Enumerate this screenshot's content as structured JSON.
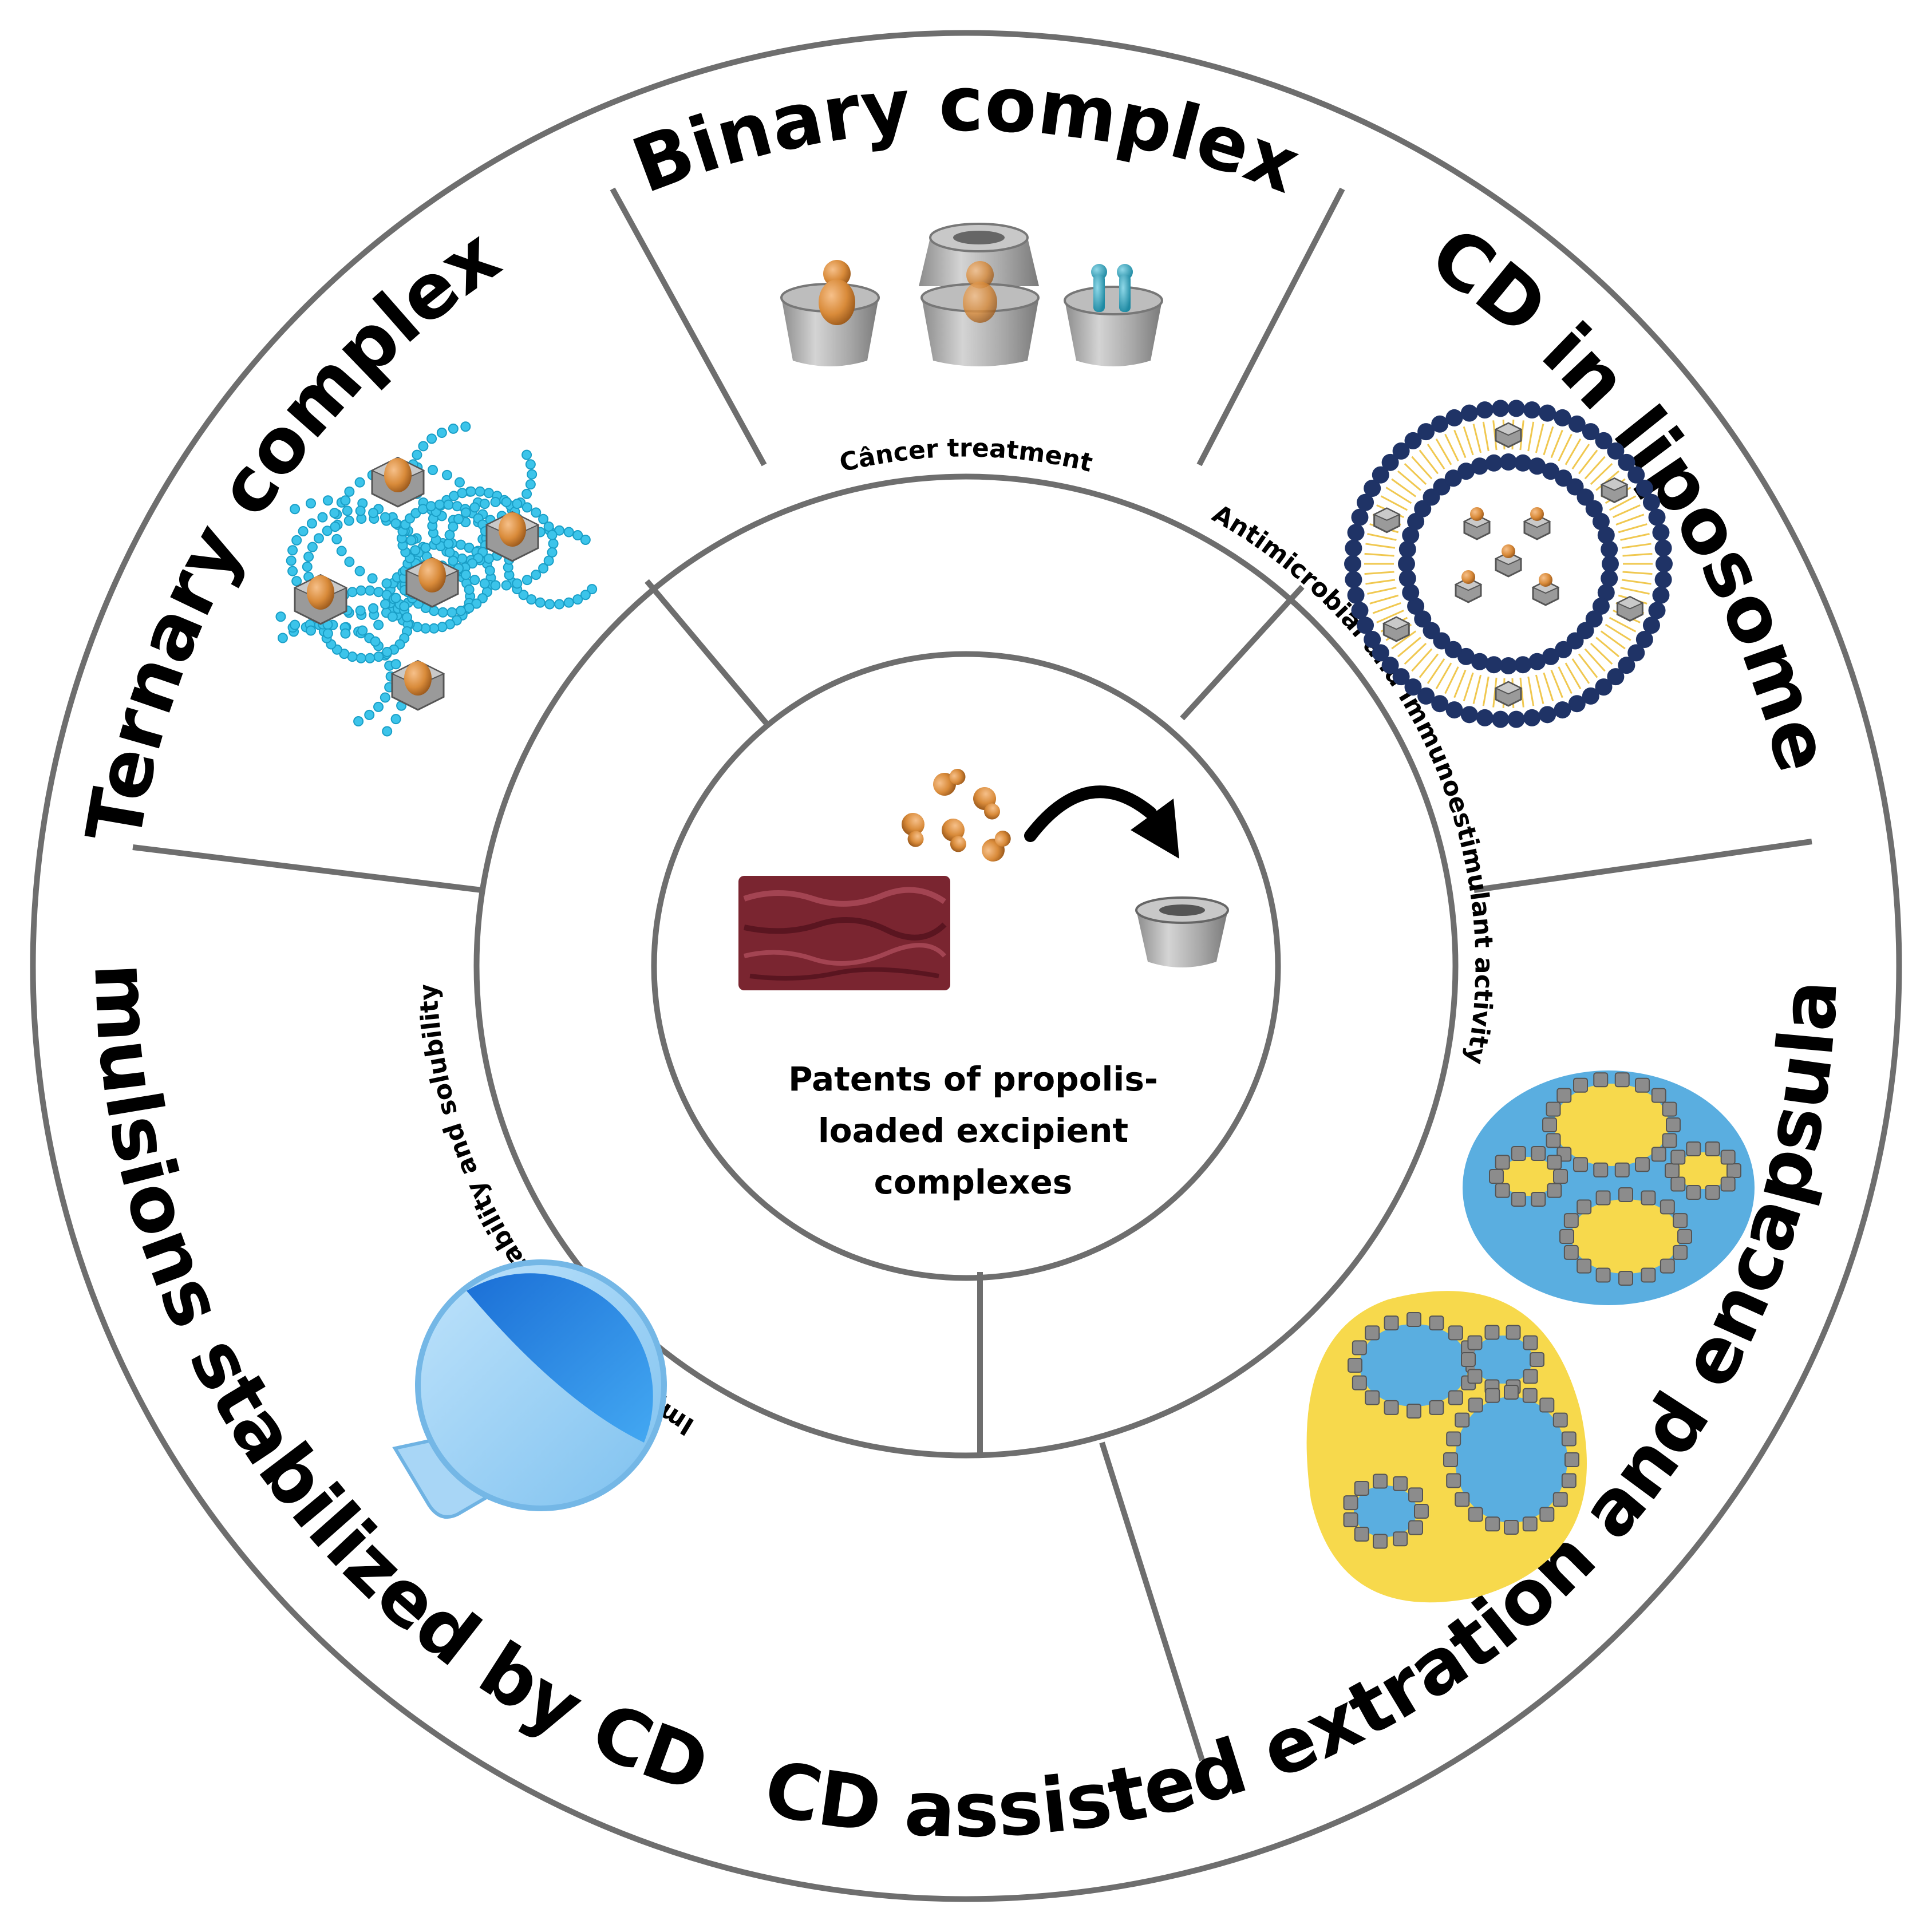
{
  "outer_sectors": [
    {
      "label": "Binary complex"
    },
    {
      "label": "CD in liposome"
    },
    {
      "label": "Emulsions stabilized by CD"
    },
    {
      "label": "CD assisted extration and encapsulation"
    },
    {
      "label": "Ternary complex"
    }
  ],
  "middle_sectors": [
    {
      "label": "Câncer treatment"
    },
    {
      "label": "Antimicrobial and immunoestimulant activity"
    },
    {
      "label": "Improving the Stability and solubility"
    }
  ],
  "center": {
    "line1": "Patents of propolis-",
    "line2": "loaded excipient",
    "line3": "complexes"
  },
  "colors": {
    "green": "#e3f7ec",
    "blue": "#c4dcf8",
    "border": "#6e6e6e",
    "orange": "#d98b3a",
    "gray": "#a8a8a8",
    "navy": "#1f3366",
    "cyan": "#3cc4ea",
    "sky": "#5aaee0",
    "yellow": "#f7d94c",
    "propolis": "#7a2530"
  },
  "icons": {
    "binary": "binary-complex-icon",
    "liposome": "liposome-icon",
    "emulsion": "emulsion-icon",
    "flask": "flask-icon",
    "ternary": "polymer-network-icon",
    "propolis": "propolis-block-icon",
    "arrow": "curved-arrow-icon",
    "cyclodextrin": "cyclodextrin-cone-icon"
  }
}
